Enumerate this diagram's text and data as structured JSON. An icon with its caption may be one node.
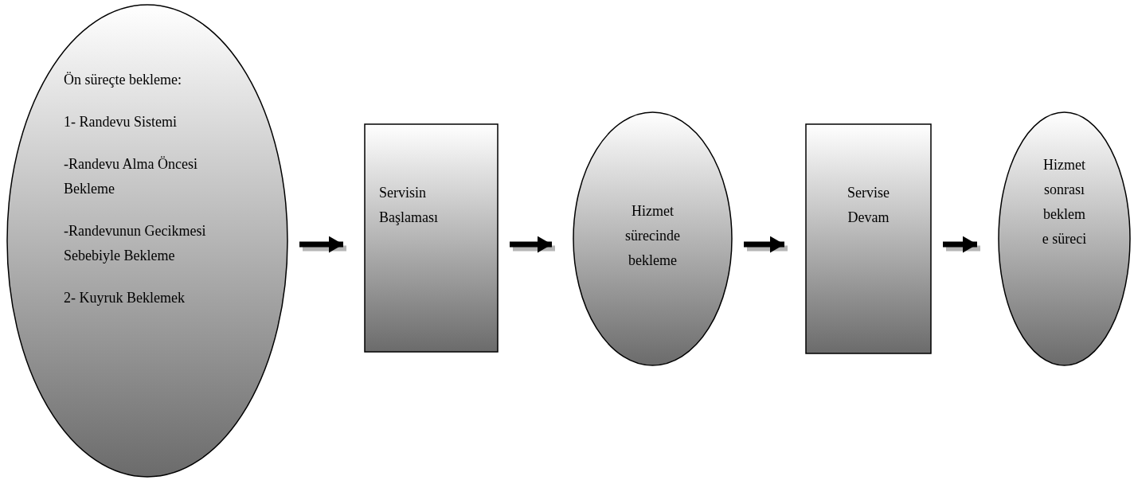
{
  "diagram": {
    "nodes": [
      {
        "text": [
          "Ön süreçte bekleme:",
          "1- Randevu Sistemi",
          "-Randevu Alma Öncesi Bekleme",
          "-Randevunun Gecikmesi Sebebiyle Bekleme",
          "2- Kuyruk Beklemek"
        ]
      },
      {
        "text": [
          "Servisin Başlaması"
        ]
      },
      {
        "text": [
          "Hizmet sürecinde bekleme"
        ]
      },
      {
        "text": [
          "Servise Devam"
        ]
      },
      {
        "text": [
          "Hizmet sonrası beklem e süreci"
        ]
      }
    ],
    "edges": [
      {
        "from": 0,
        "to": 1,
        "arrow": "to"
      },
      {
        "from": 1,
        "to": 2,
        "arrow": "to"
      },
      {
        "from": 2,
        "to": 3,
        "arrow": "to"
      },
      {
        "from": 3,
        "to": 4,
        "arrow": "to"
      }
    ]
  }
}
